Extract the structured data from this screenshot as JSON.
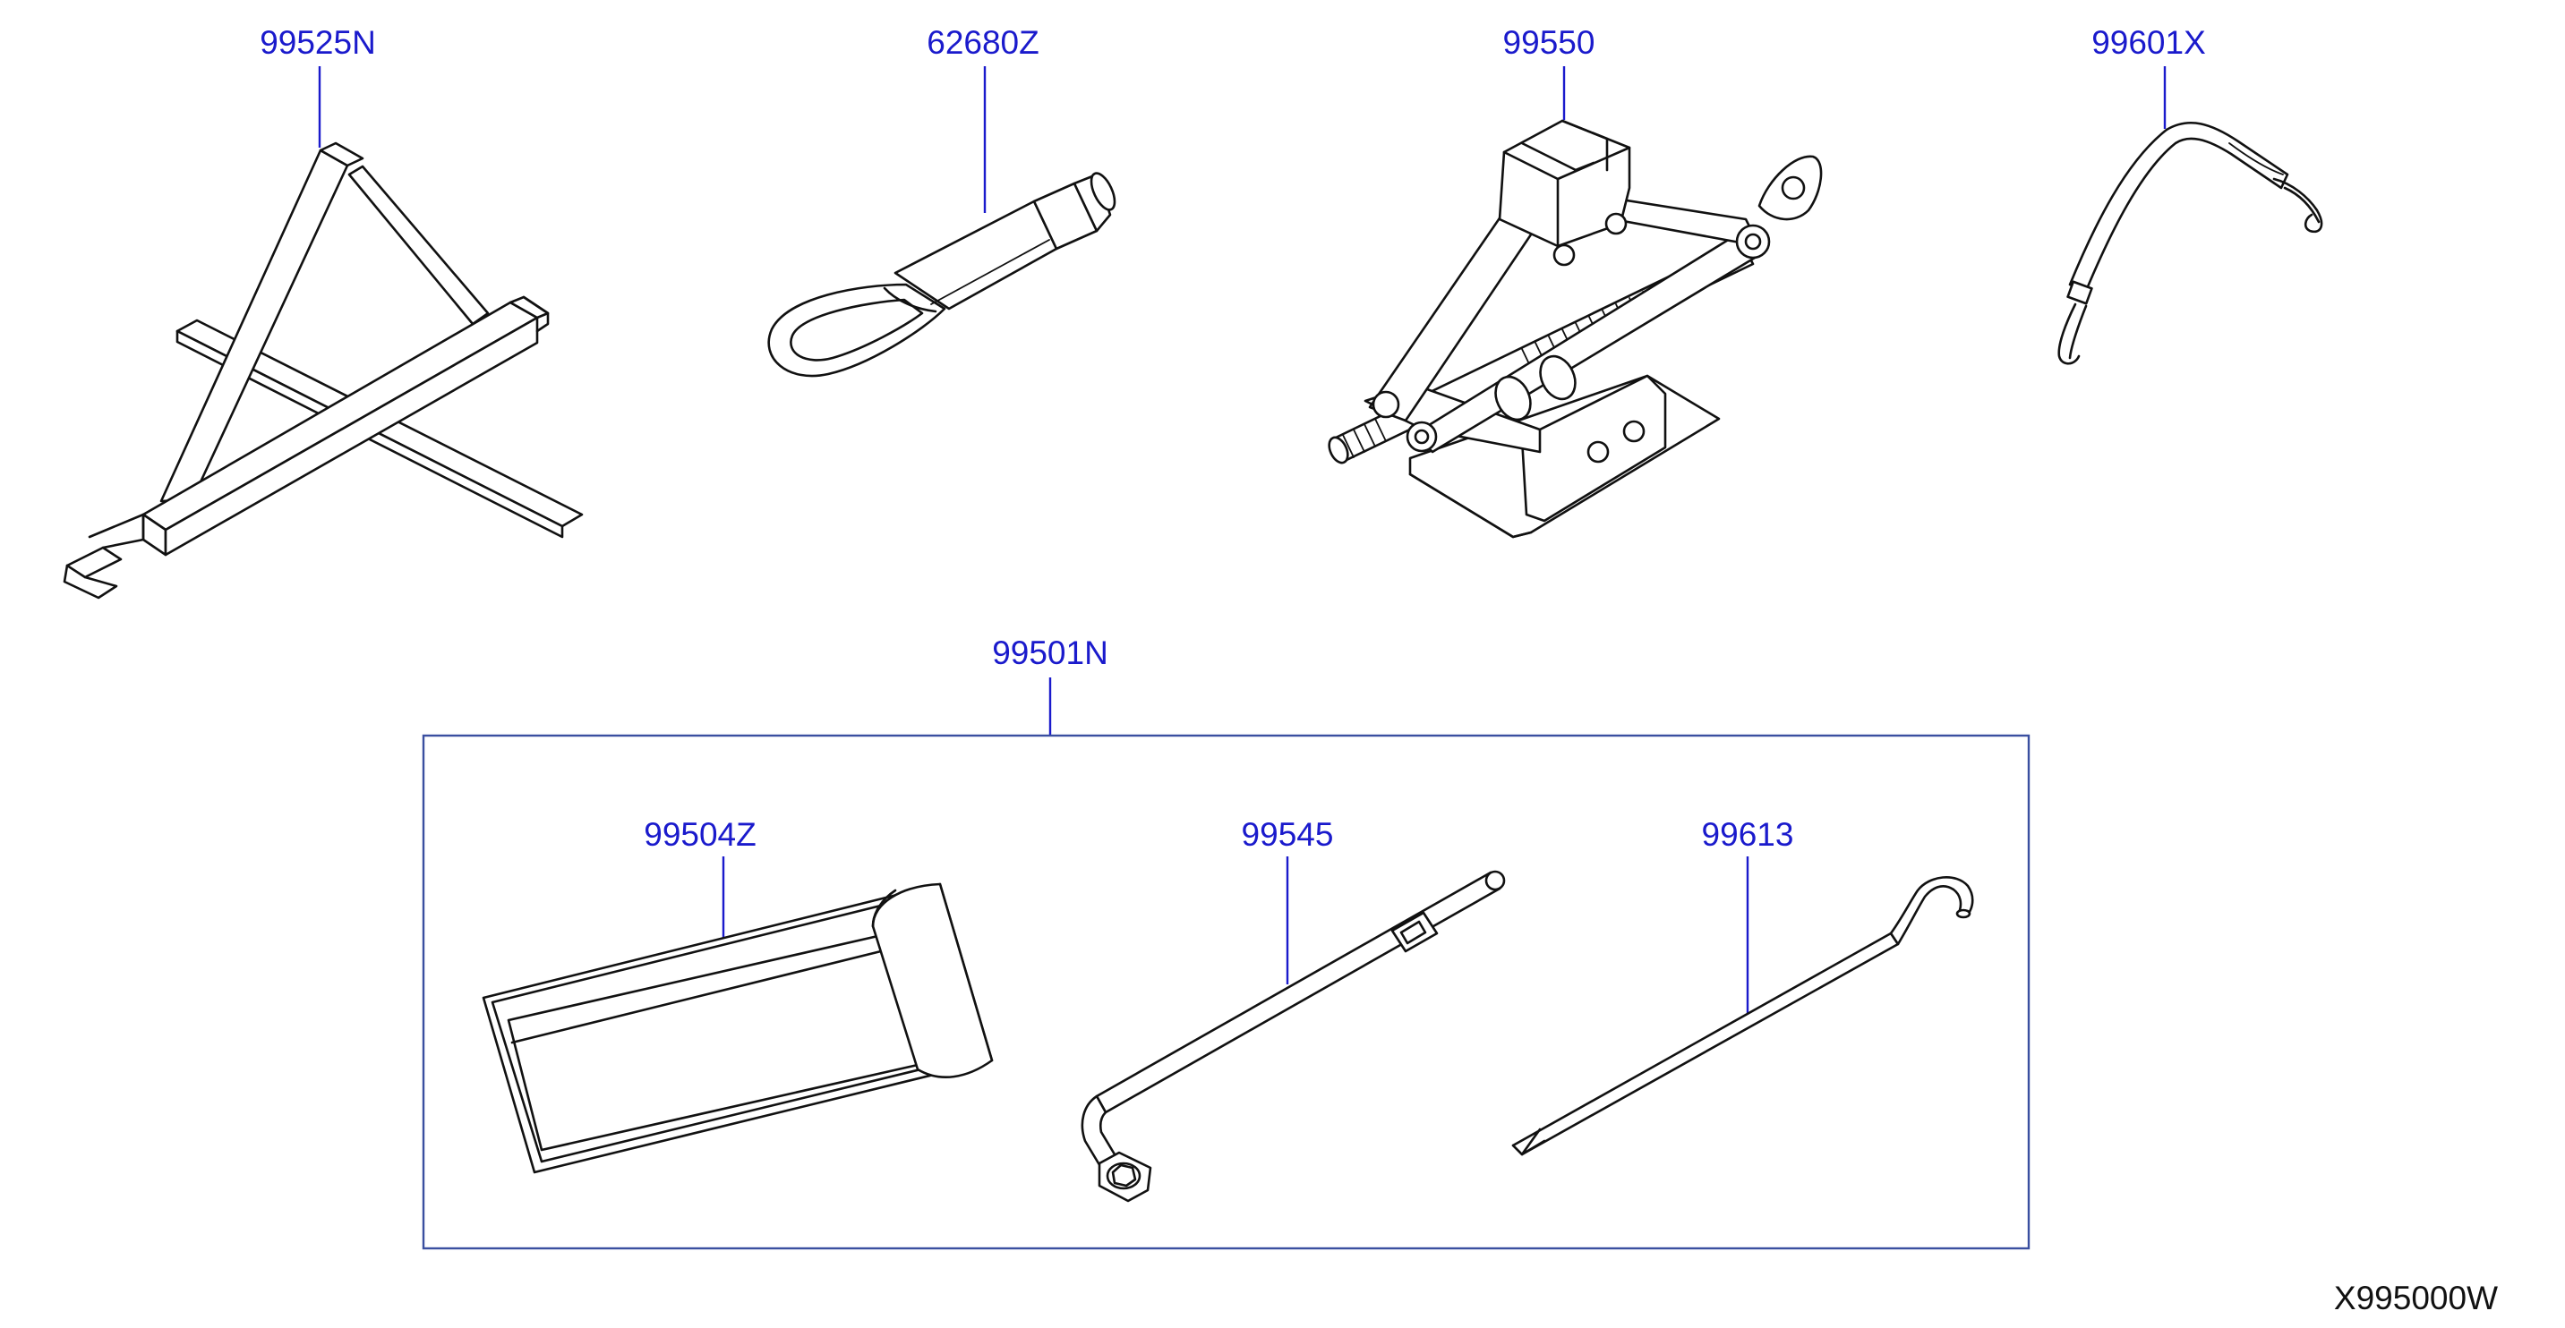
{
  "diagram": {
    "parts": {
      "p99525N": "99525N",
      "p62680Z": "62680Z",
      "p99550": "99550",
      "p99601X": "99601X",
      "p99501N": "99501N",
      "p99504Z": "99504Z",
      "p99545": "99545",
      "p99613": "99613"
    },
    "diagram_code": "X995000W"
  }
}
